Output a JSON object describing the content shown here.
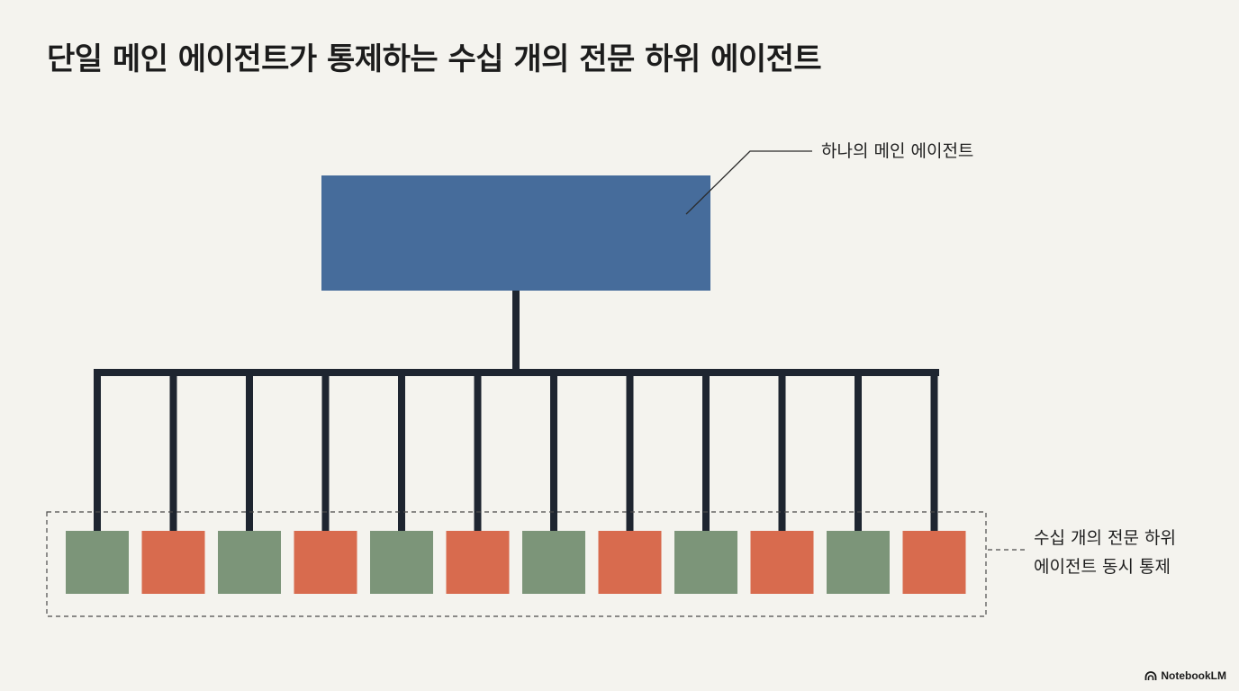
{
  "title": "단일 메인 에이전트가 통제하는 수십 개의 전문 하위 에이전트",
  "main_agent": {
    "label": "하나의 메인 에이전트",
    "color": "#466c9b"
  },
  "sub_agents": {
    "label_line1": "수십 개의 전문 하위",
    "label_line2": "에이전트 동시 통제",
    "count": 12,
    "colors": [
      "#7c9579",
      "#d86b4e"
    ]
  },
  "connector_color": "#1e2530",
  "brand": {
    "name": "NotebookLM",
    "icon": "notebooklm-logo-icon"
  }
}
